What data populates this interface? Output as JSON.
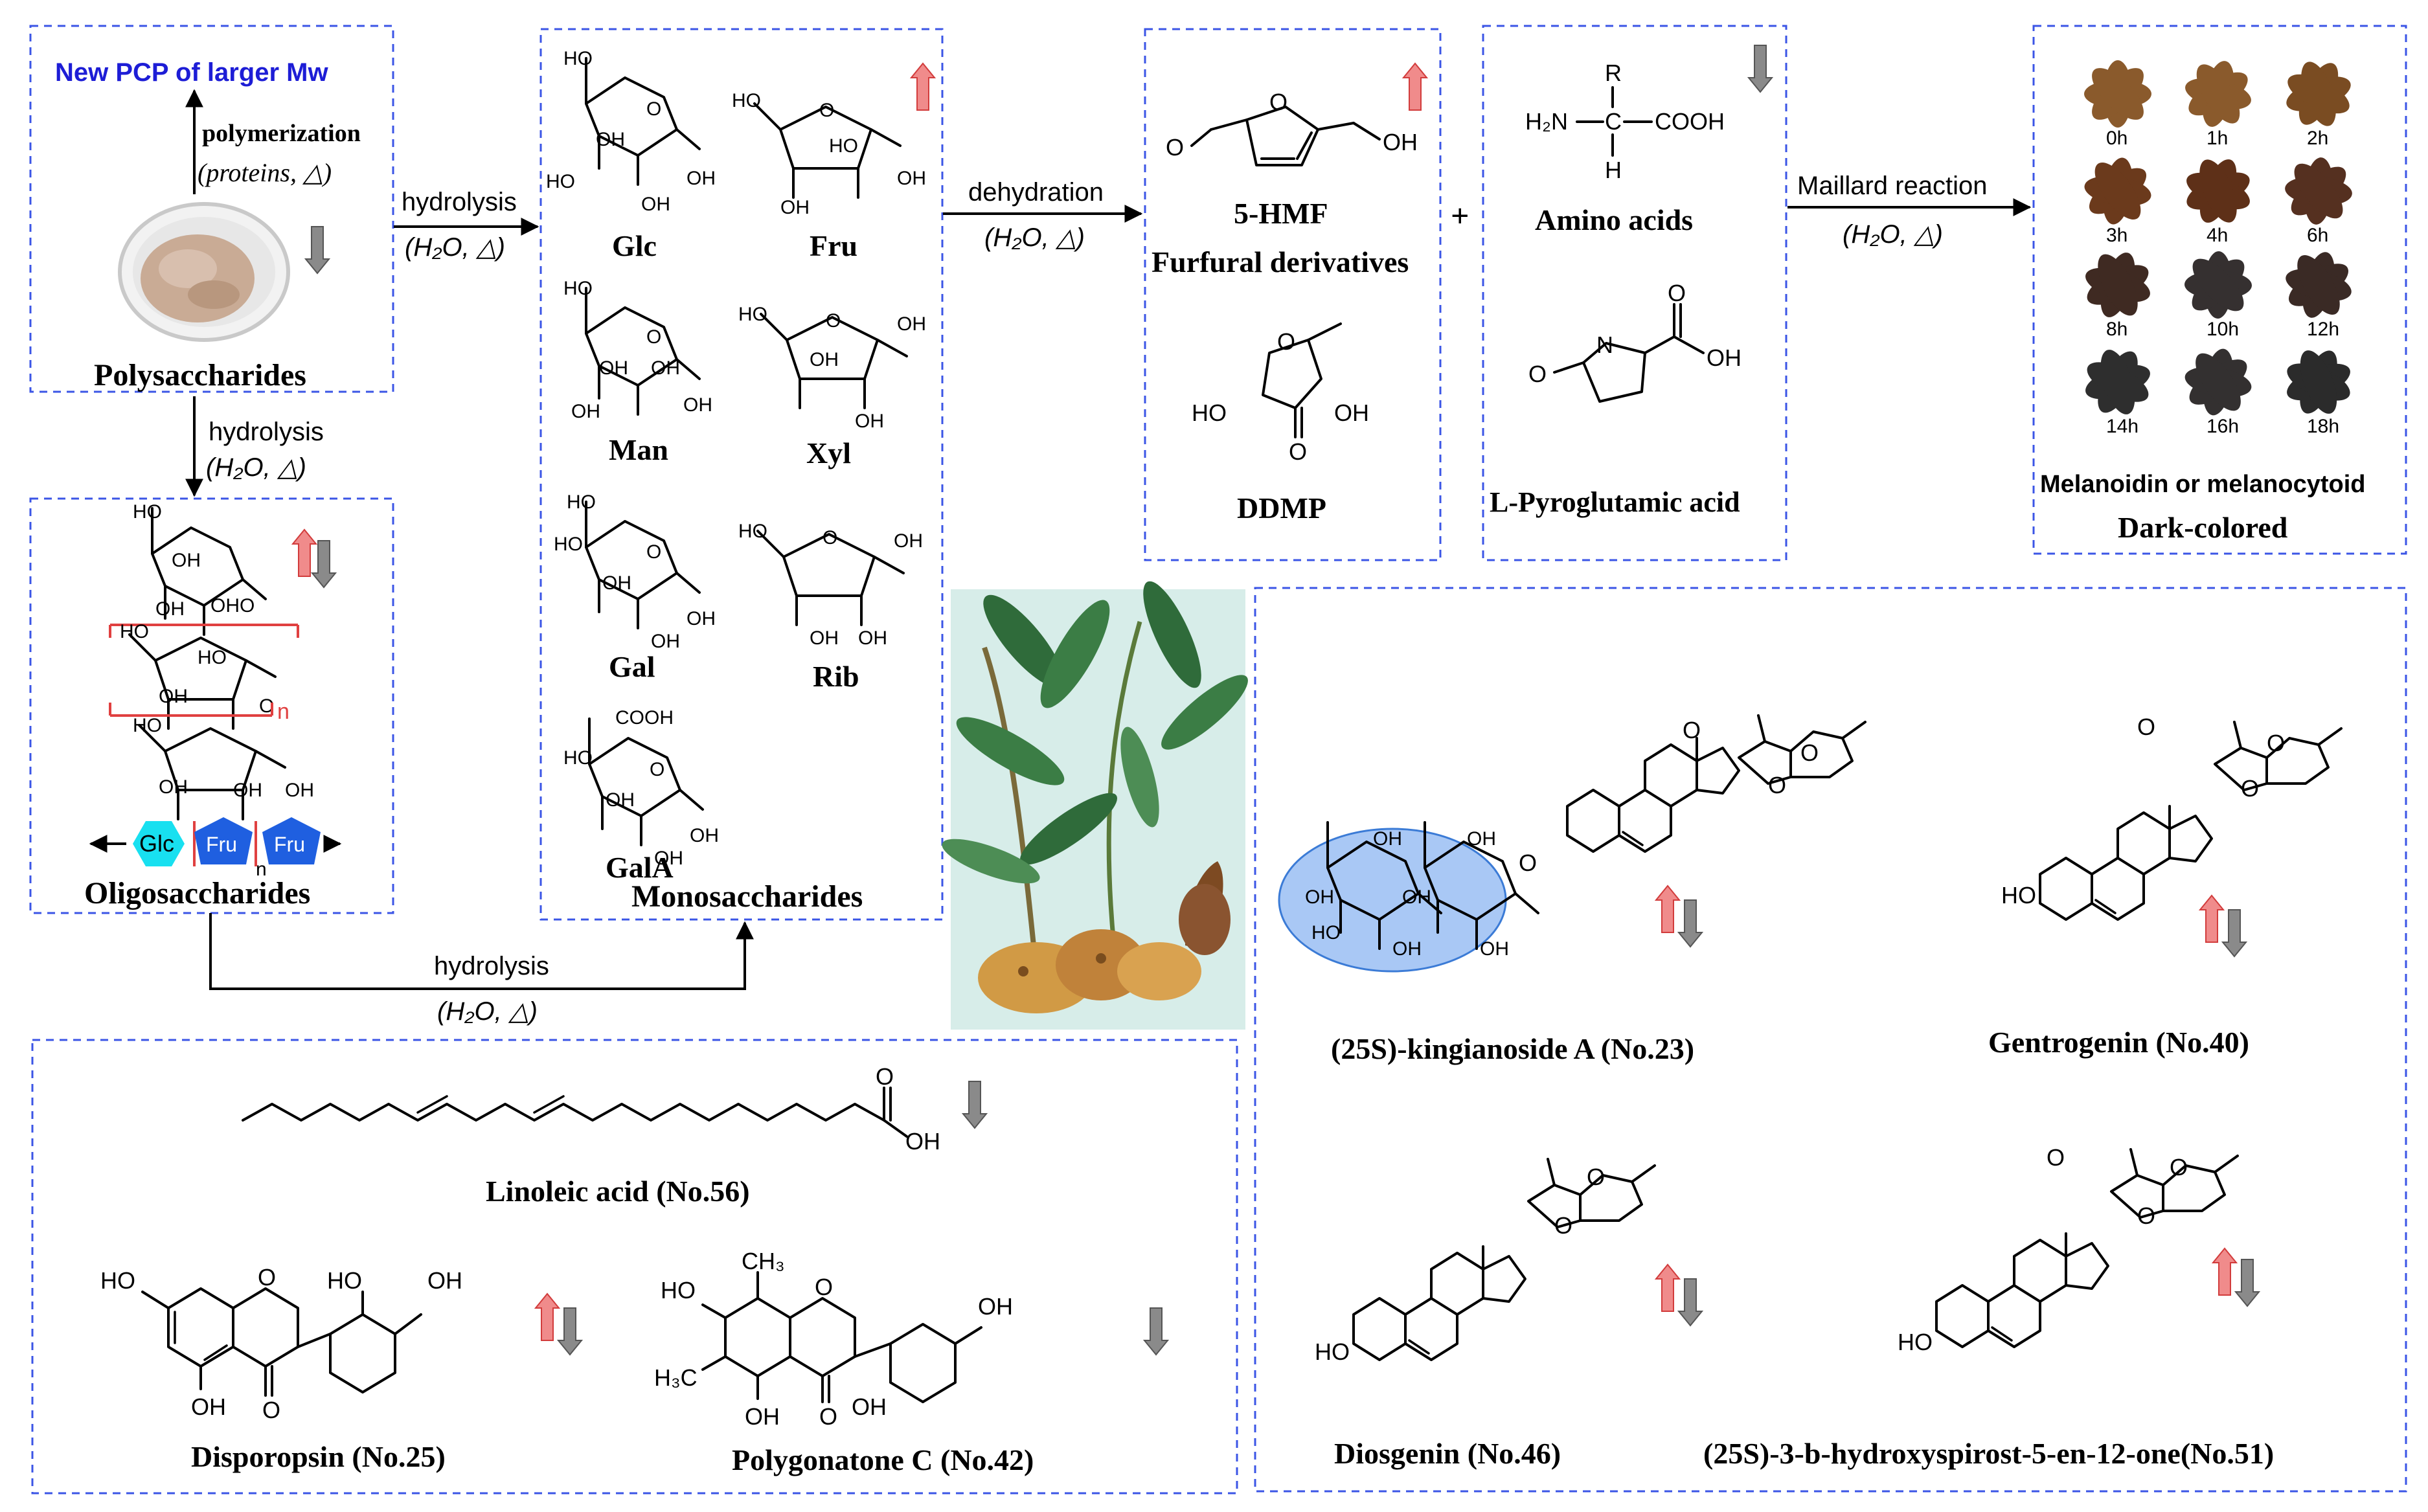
{
  "colors": {
    "box_border": "#3b55e6",
    "up_arrow": "#f08b8b",
    "down_arrow": "#8a8a8a",
    "highlight_title": "#1d1dd6",
    "glc_hexagon": "#18e0f0",
    "fru_pentagon": "#1f5fe0",
    "ellipse_fill": "#a9c8f5",
    "plant_bg": "#d7ede9"
  },
  "polysaccharides": {
    "title": "New PCP of larger Mw",
    "polymerization": "polymerization",
    "polymerization_cond": "(proteins, △)",
    "label": "Polysaccharides"
  },
  "oligosaccharides": {
    "label": "Oligosaccharides",
    "glc": "Glc",
    "fru": "Fru",
    "repeat_n": "n"
  },
  "monosaccharides": {
    "label": "Monosaccharides",
    "sugars": [
      "Glc",
      "Fru",
      "Man",
      "Xyl",
      "Gal",
      "Rib",
      "GalA"
    ]
  },
  "arrows": {
    "hydrolysis": "hydrolysis",
    "hydrolysis_cond": "(H₂O, △)",
    "dehydration": "dehydration",
    "dehydration_cond": "(H₂O, △)",
    "maillard": "Maillard reaction",
    "maillard_cond": "(H₂O, △)",
    "plus": "+"
  },
  "furfural": {
    "hmf": "5-HMF",
    "group": "Furfural  derivatives",
    "ddmp": "DDMP"
  },
  "amino": {
    "label": "Amino acids",
    "pyro": "L-Pyroglutamic acid"
  },
  "melanoidin": {
    "times": [
      "0h",
      "1h",
      "2h",
      "3h",
      "4h",
      "6h",
      "8h",
      "10h",
      "12h",
      "14h",
      "16h",
      "18h"
    ],
    "label": "Melanoidin or melanocytoid",
    "sublabel": "Dark-colored"
  },
  "compounds": {
    "kingianoside": "(25S)-kingianoside A (No.23)",
    "gentrogenin": "Gentrogenin (No.40)",
    "diosgenin": "Diosgenin (No.46)",
    "hydroxyspirost": "(25S)-3-b-hydroxyspirost-5-en-12-one(No.51)",
    "linoleic": "Linoleic acid (No.56)",
    "disporopsin": "Disporopsin (No.25)",
    "polygonatone": "Polygonatone C (No.42)"
  }
}
